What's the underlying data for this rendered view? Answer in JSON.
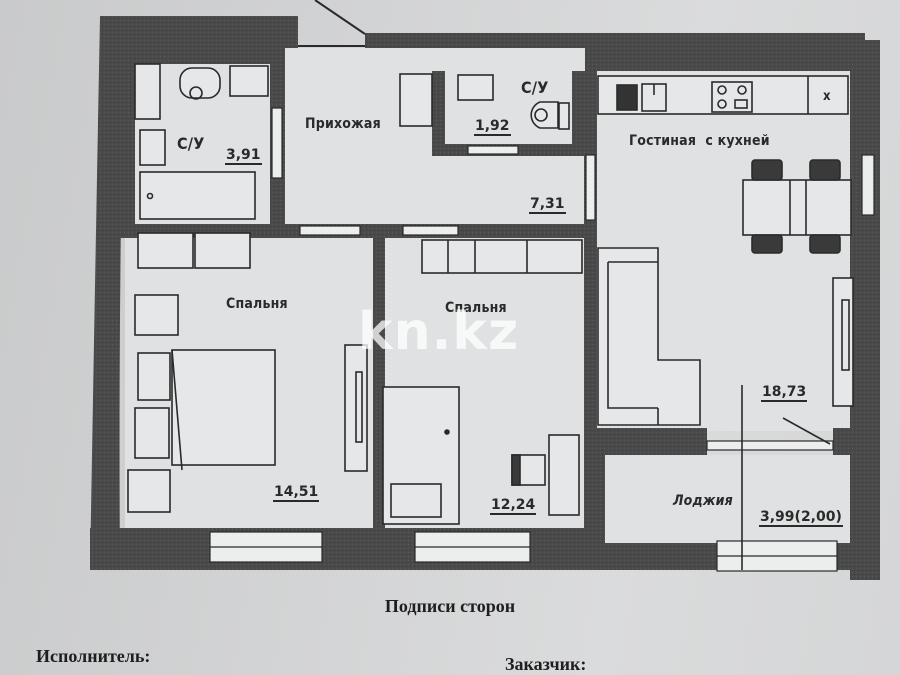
{
  "document": {
    "type": "apartment floor plan",
    "watermark": "kn.kz",
    "colors": {
      "paper": "#d2d3d4",
      "wall": "#4a4a4a",
      "line": "#2a2a2a",
      "watermark": "#ffffff"
    }
  },
  "rooms": [
    {
      "id": "bathroom1",
      "name": "С/У",
      "area": "3,91"
    },
    {
      "id": "hallway",
      "name": "Прихожая",
      "area": "7,31"
    },
    {
      "id": "bathroom2",
      "name": "С/У",
      "area": "1,92"
    },
    {
      "id": "living_kitchen",
      "name": "Гостиная  с кухней",
      "area": "18,73"
    },
    {
      "id": "bedroom1",
      "name": "Спальня",
      "area": "14,51"
    },
    {
      "id": "bedroom2",
      "name": "Спальня",
      "area": "12,24"
    },
    {
      "id": "loggia",
      "name": "Лоджия",
      "area": "3,99(2,00)"
    }
  ],
  "kitchen": {
    "vent_mark": "x"
  },
  "signatures": {
    "title": "Подписи сторон",
    "contractor_label": "Исполнитель:",
    "customer_label": "Заказчик:"
  }
}
